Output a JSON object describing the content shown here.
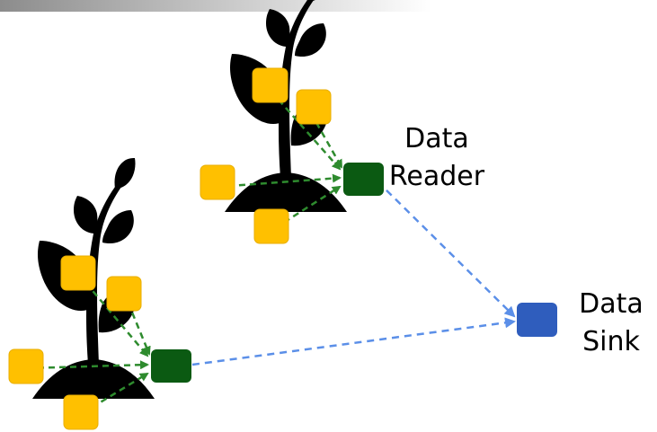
{
  "colors": {
    "sensor": "#FFC000",
    "sensor_stroke": "#E8AE00",
    "reader": "#0B5A12",
    "sink": "#2F5DBD",
    "local_link": "#2E8B2E",
    "remote_link": "#5B8FE8",
    "plant": "#000000",
    "background": "#FFFFFF"
  },
  "icons": [
    "plant-icon",
    "plant-icon"
  ],
  "nodes": {
    "data_reader": {
      "label_line1": "Data",
      "label_line2": "Reader"
    },
    "data_sink": {
      "label_line1": "Data",
      "label_line2": "Sink"
    }
  }
}
